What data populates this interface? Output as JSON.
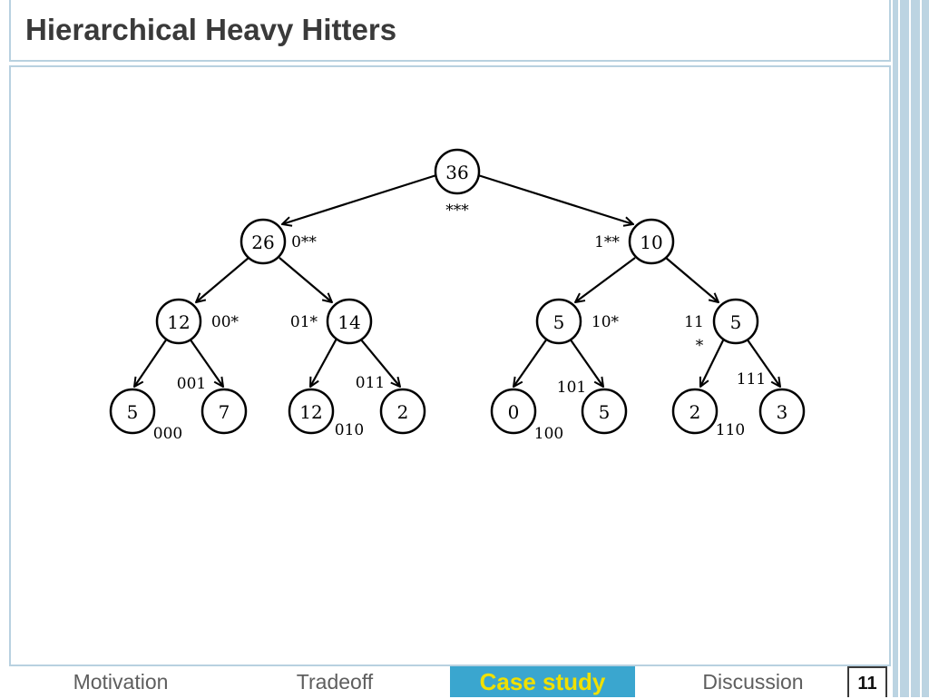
{
  "slide": {
    "title": "Hierarchical Heavy Hitters",
    "page_number": "11"
  },
  "nav": {
    "items": [
      {
        "label": "Motivation",
        "active": false
      },
      {
        "label": "Tradeoff",
        "active": false
      },
      {
        "label": "Case study",
        "active": true
      },
      {
        "label": "Discussion",
        "active": false
      }
    ]
  },
  "tree": {
    "nodes": {
      "root": {
        "value": "36",
        "prefix": "***"
      },
      "n0": {
        "value": "26",
        "prefix": "0**"
      },
      "n1": {
        "value": "10",
        "prefix": "1**"
      },
      "n00": {
        "value": "12",
        "prefix": "00*"
      },
      "n01": {
        "value": "14",
        "prefix": "01*"
      },
      "n10": {
        "value": "5",
        "prefix": "10*"
      },
      "n11": {
        "value": "5",
        "prefix_line1": "11",
        "prefix_line2": "*"
      },
      "n000": {
        "value": "5",
        "prefix": "000"
      },
      "n001": {
        "value": "7",
        "prefix": "001"
      },
      "n010": {
        "value": "12",
        "prefix": "010"
      },
      "n011": {
        "value": "2",
        "prefix": "011"
      },
      "n100": {
        "value": "0",
        "prefix": "100"
      },
      "n101": {
        "value": "5",
        "prefix": "101"
      },
      "n110": {
        "value": "2",
        "prefix": "110"
      },
      "n111": {
        "value": "3",
        "prefix": "111"
      }
    }
  }
}
